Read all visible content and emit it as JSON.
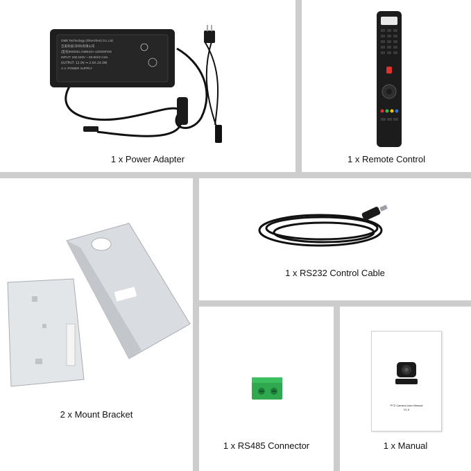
{
  "panels": {
    "power_adapter": {
      "caption": "1 x Power Adapter",
      "label_lines": [
        "GME Technology (Shenzhen) Co.,Ltd.",
        "吉美科技(深圳)有限公司",
        "(型号)MODEL:GME24A-120200FDS",
        "INPUT: 100-240V ~ 50-60Hz 0.8A",
        "OUTPUT: 12.0V ⎓ 2.0A 24.0W",
        "A.V. POWER SUPPLY"
      ]
    },
    "remote_control": {
      "caption": "1 x Remote Control"
    },
    "mount_bracket": {
      "caption": "2 x Mount Bracket"
    },
    "rs232_cable": {
      "caption": "1 x RS232 Control Cable"
    },
    "rs485_connector": {
      "caption": "1 x RS485 Connector"
    },
    "manual": {
      "caption": "1 x Manual",
      "cover_title": "PTZ Camera User Manual",
      "cover_version": "V1.0"
    }
  },
  "colors": {
    "divider": "#cdcdcd",
    "panel_bg": "#ffffff",
    "adapter_black": "#1a1a1a",
    "bracket_silver": "#dcdfe3",
    "connector_green": "#2fa84f"
  }
}
